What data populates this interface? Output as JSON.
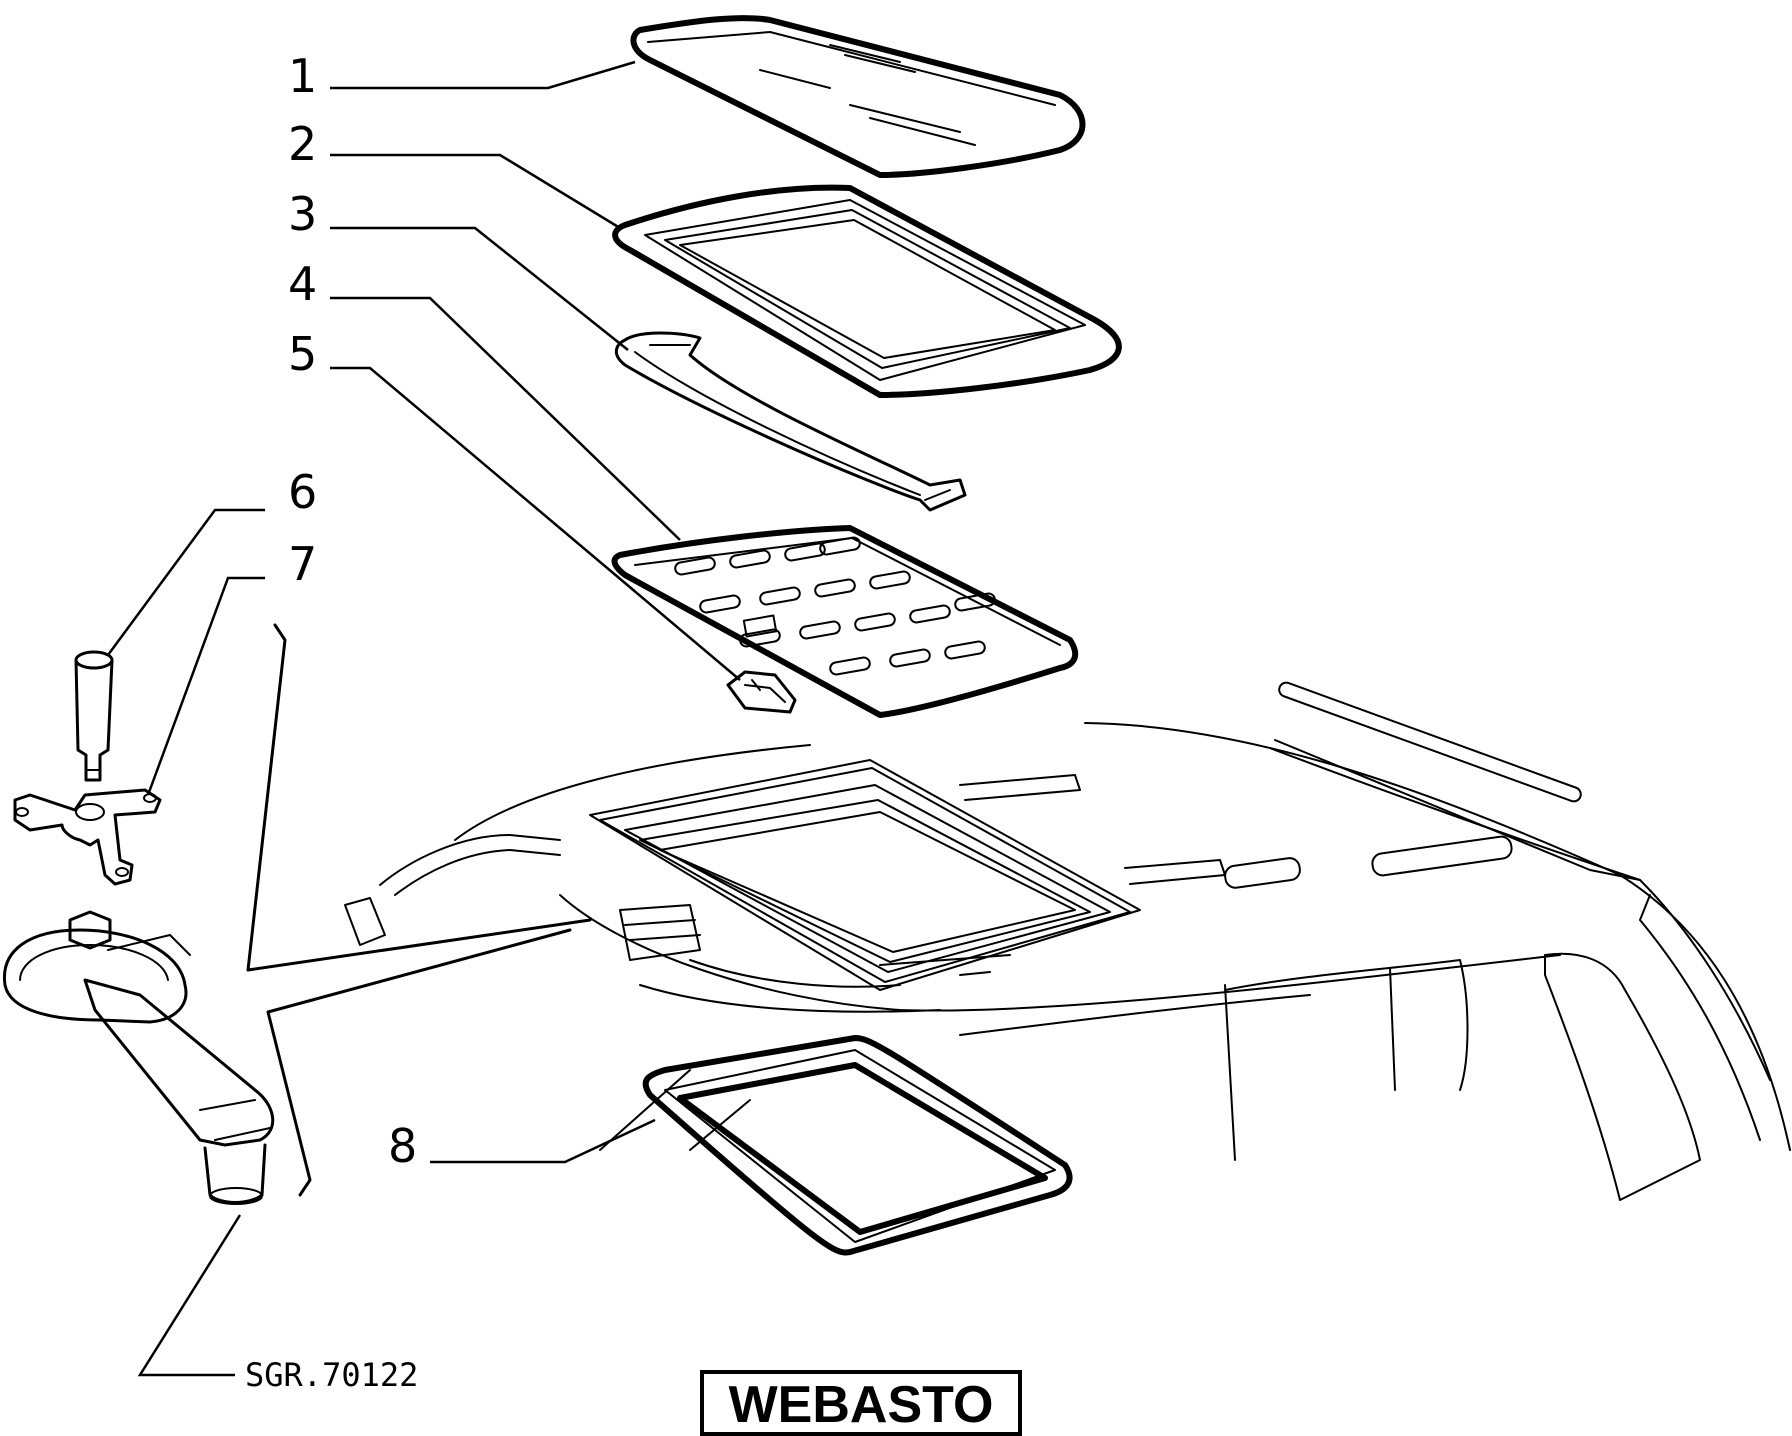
{
  "callouts": [
    {
      "id": "1",
      "label": "1"
    },
    {
      "id": "2",
      "label": "2"
    },
    {
      "id": "3",
      "label": "3"
    },
    {
      "id": "4",
      "label": "4"
    },
    {
      "id": "5",
      "label": "5"
    },
    {
      "id": "6",
      "label": "6"
    },
    {
      "id": "7",
      "label": "7"
    },
    {
      "id": "8",
      "label": "8"
    }
  ],
  "reference_code": "SGR.70122",
  "brand_label": "WEBASTO"
}
